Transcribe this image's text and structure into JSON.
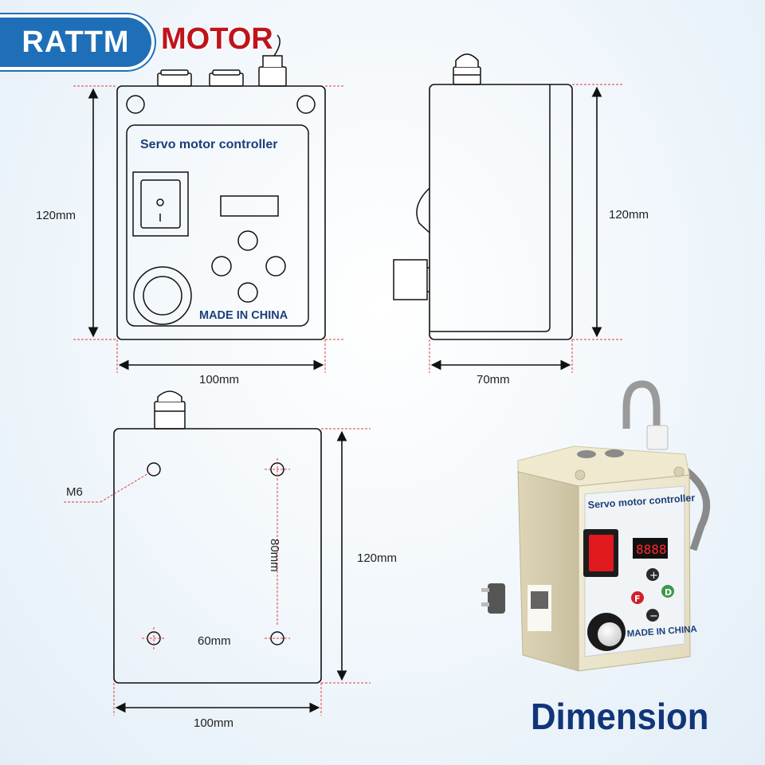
{
  "brand": {
    "first": "RATTM",
    "second": "MOTOR"
  },
  "front_view": {
    "panel_title": "Servo motor controller",
    "panel_footer": "MADE IN CHINA",
    "height_label": "120mm",
    "width_label": "100mm"
  },
  "side_view": {
    "height_label": "120mm",
    "depth_label": "70mm"
  },
  "back_view": {
    "hole_label": "M6",
    "hole_vertical_spacing": "80mm",
    "hole_horizontal_spacing": "60mm",
    "height_label": "120mm",
    "width_label": "100mm"
  },
  "photo": {
    "panel_title": "Servo motor controller",
    "panel_footer": "MADE IN CHINA",
    "display_digits": "8888",
    "button_f": "F",
    "button_d": "D",
    "button_plus": "+",
    "button_minus": "−"
  },
  "footer_title": "Dimension",
  "colors": {
    "brand_blue": "#1f6fb8",
    "brand_red": "#c0141b",
    "title_blue": "#12357a",
    "dim_red": "#e53a3a"
  }
}
